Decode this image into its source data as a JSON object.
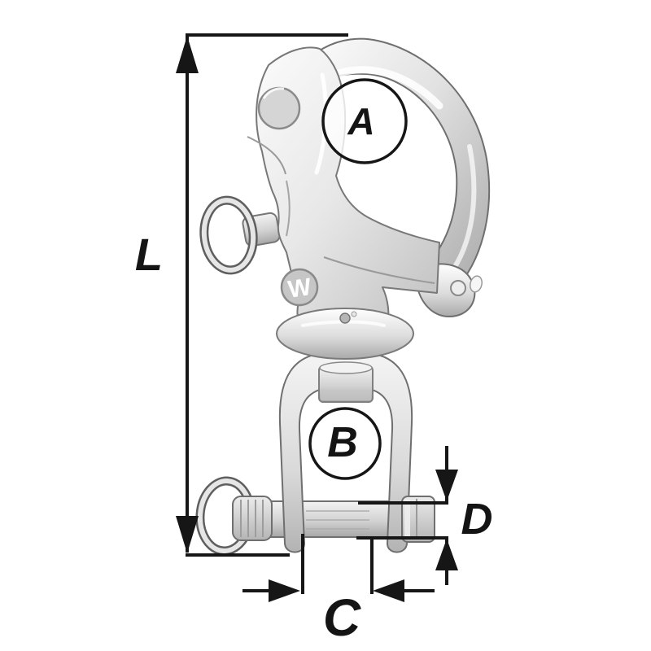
{
  "page": {
    "background": "#ffffff"
  },
  "diagram": {
    "description": "swivel snap shackle dimension drawing",
    "line_color": "#161616",
    "metal_light": "#f8f8f8",
    "metal_mid": "#d6d6d6",
    "metal_dark": "#a0a0a0",
    "labels": {
      "overall_length": "L",
      "callout_a": "A",
      "callout_b": "B",
      "jaw_width": "C",
      "pin_diameter": "D"
    },
    "logo_letter": "W"
  }
}
